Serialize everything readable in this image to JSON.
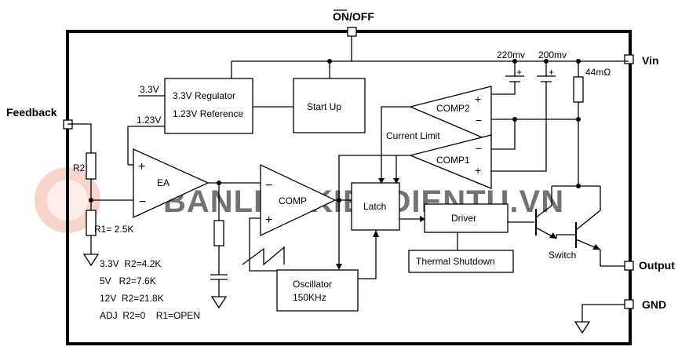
{
  "pins": {
    "on_off": "ON/OFF",
    "vin": "Vin",
    "feedback": "Feedback",
    "output": "Output",
    "gnd": "GND"
  },
  "blocks": {
    "regulator_line1": "3.3V Regulator",
    "regulator_line2": "1.23V Reference",
    "startup": "Start Up",
    "ea": "EA",
    "comp": "COMP",
    "comp1": "COMP1",
    "comp2": "COMP2",
    "current_limit": "Current Limit",
    "latch": "Latch",
    "driver": "Driver",
    "thermal": "Thermal Shutdown",
    "osc_line1": "Oscillator",
    "osc_line2": "150KHz",
    "switch": "Switch"
  },
  "labels": {
    "v33": "3.3V",
    "v123": "1.23V",
    "mv220": "220mv",
    "mv200": "200mv",
    "sense": "44mΩ",
    "r2": "R2",
    "r1": "R1= 2.5K",
    "plus": "+",
    "minus": "−"
  },
  "table": [
    "3.3V  R2=4.2K",
    "5V   R2=7.6K",
    "12V  R2=21.8K",
    "ADJ  R2=0    R1=OPEN"
  ],
  "watermark": "BANLINHKIENDIENTU.VN"
}
